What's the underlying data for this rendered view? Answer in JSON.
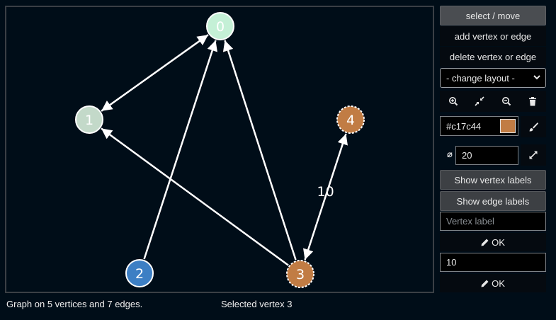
{
  "graph": {
    "vertices": [
      {
        "id": "0",
        "label": "0",
        "color": "#c4f0d6",
        "selected": false
      },
      {
        "id": "1",
        "label": "1",
        "color": "#c3d9c9",
        "selected": false
      },
      {
        "id": "2",
        "label": "2",
        "color": "#3d7fc4",
        "selected": false
      },
      {
        "id": "3",
        "label": "3",
        "color": "#c17c44",
        "selected": true
      },
      {
        "id": "4",
        "label": "4",
        "color": "#c17c44",
        "selected": true
      }
    ],
    "edges": [
      {
        "from": "0",
        "to": "1",
        "arrow_start": true,
        "arrow_end": true,
        "label": ""
      },
      {
        "from": "2",
        "to": "0",
        "arrow_start": false,
        "arrow_end": true,
        "label": ""
      },
      {
        "from": "3",
        "to": "0",
        "arrow_start": false,
        "arrow_end": true,
        "label": ""
      },
      {
        "from": "3",
        "to": "1",
        "arrow_start": false,
        "arrow_end": true,
        "label": ""
      },
      {
        "from": "3",
        "to": "4",
        "arrow_start": true,
        "arrow_end": true,
        "label": "10"
      }
    ]
  },
  "toolbar": {
    "select_move": "select / move",
    "add_vertex_edge": "add vertex or edge",
    "delete_vertex_edge": "delete vertex or edge",
    "layout_selected": "- change layout -",
    "color_value": "#c17c44",
    "color_swatch": "#c17c44",
    "size_symbol": "⌀",
    "size_value": "20",
    "show_vertex_labels": "Show vertex labels",
    "show_edge_labels": "Show edge labels",
    "vertex_label_placeholder": "Vertex label",
    "ok_label": "OK",
    "edge_label_value": "10"
  },
  "status": {
    "summary": "Graph on 5 vertices and 7 edges.",
    "selection": "Selected vertex 3"
  }
}
